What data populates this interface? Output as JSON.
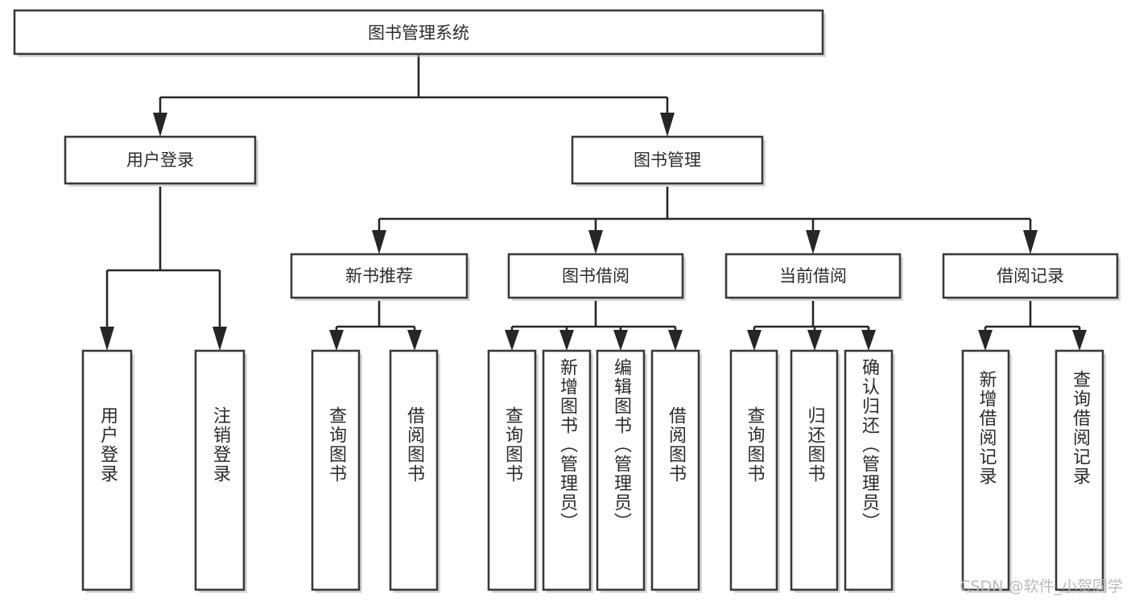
{
  "diagram": {
    "title": "图书管理系统",
    "type": "tree",
    "orientation": "top-down",
    "colors": {
      "box_stroke": "#3a3a3a",
      "box_fill": "#ffffff",
      "connector": "#262626",
      "label_text": "#2b2b2b",
      "watermark_text": "#b9b9b9",
      "canvas_background": "#ffffff"
    },
    "root": {
      "id": "root",
      "label": "图书管理系统",
      "orientation": "horizontal"
    },
    "level2": [
      {
        "id": "user-login",
        "label": "用户登录",
        "orientation": "horizontal"
      },
      {
        "id": "book-manage",
        "label": "图书管理",
        "orientation": "horizontal"
      }
    ],
    "level3": [
      {
        "id": "new-book-recommend",
        "label": "新书推荐",
        "parent": "book-manage",
        "orientation": "horizontal"
      },
      {
        "id": "book-borrow",
        "label": "图书借阅",
        "parent": "book-manage",
        "orientation": "horizontal"
      },
      {
        "id": "current-borrow",
        "label": "当前借阅",
        "parent": "book-manage",
        "orientation": "horizontal"
      },
      {
        "id": "borrow-record",
        "label": "借阅记录",
        "parent": "book-manage",
        "orientation": "horizontal"
      }
    ],
    "leaves": [
      {
        "id": "leaf-user-login",
        "label": "用户登录",
        "parent": "user-login",
        "orientation": "vertical"
      },
      {
        "id": "leaf-logout",
        "label": "注销登录",
        "parent": "user-login",
        "orientation": "vertical"
      },
      {
        "id": "leaf-query-book-1",
        "label": "查询图书",
        "parent": "new-book-recommend",
        "orientation": "vertical"
      },
      {
        "id": "leaf-borrow-book-1",
        "label": "借阅图书",
        "parent": "new-book-recommend",
        "orientation": "vertical"
      },
      {
        "id": "leaf-query-book-2",
        "label": "查询图书",
        "parent": "book-borrow",
        "orientation": "vertical"
      },
      {
        "id": "leaf-add-book",
        "label": "新增图书（管理员）",
        "parent": "book-borrow",
        "orientation": "vertical"
      },
      {
        "id": "leaf-edit-book",
        "label": "编辑图书（管理员）",
        "parent": "book-borrow",
        "orientation": "vertical"
      },
      {
        "id": "leaf-borrow-book-2",
        "label": "借阅图书",
        "parent": "book-borrow",
        "orientation": "vertical"
      },
      {
        "id": "leaf-query-book-3",
        "label": "查询图书",
        "parent": "current-borrow",
        "orientation": "vertical"
      },
      {
        "id": "leaf-return-book",
        "label": "归还图书",
        "parent": "current-borrow",
        "orientation": "vertical"
      },
      {
        "id": "leaf-confirm-return",
        "label": "确认归还（管理员）",
        "parent": "current-borrow",
        "orientation": "vertical"
      },
      {
        "id": "leaf-add-record",
        "label": "新增借阅记录",
        "parent": "borrow-record",
        "orientation": "vertical"
      },
      {
        "id": "leaf-query-record",
        "label": "查询借阅记录",
        "parent": "borrow-record",
        "orientation": "vertical"
      }
    ]
  },
  "watermark": {
    "text": "CSDN @软件_小贺同学"
  }
}
